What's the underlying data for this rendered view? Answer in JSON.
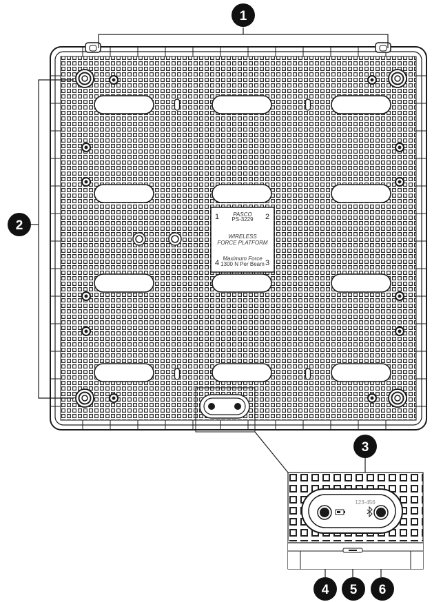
{
  "callouts": [
    "1",
    "2",
    "3",
    "4",
    "5",
    "6"
  ],
  "plate": {
    "corner_numbers": [
      "1",
      "2",
      "4",
      "3"
    ],
    "brand": "PASCO",
    "model": "PS-3229",
    "name_line1": "WIRELESS",
    "name_line2": "FORCE PLATFORM",
    "max_line1": "Maximum Force",
    "max_line2": "1300 N Per Beam"
  },
  "inset": {
    "device_id": "123-456"
  },
  "icons": [
    "power-button-icon",
    "battery-icon",
    "bluetooth-icon",
    "sync-button-icon"
  ],
  "colors": {
    "line": "#1a1a1a",
    "grid": "#2a2a2a",
    "background": "#ffffff"
  }
}
